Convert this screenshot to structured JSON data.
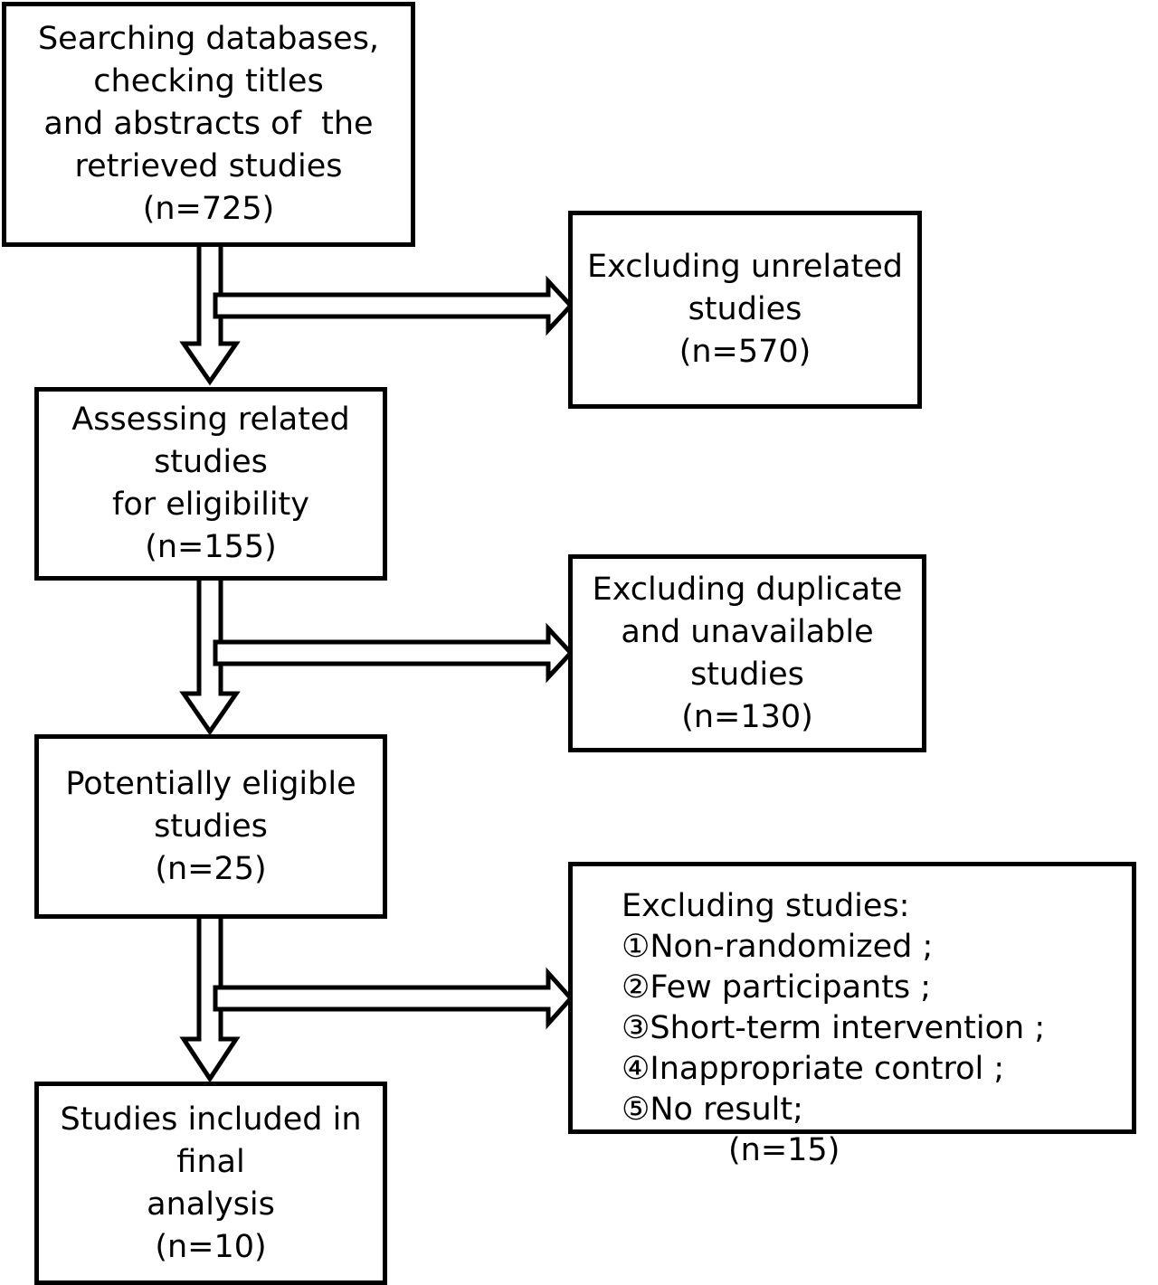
{
  "diagram": {
    "title": "Study selection flow diagram",
    "stroke_color": "#000000",
    "fill_color": "#ffffff",
    "boxes": [
      {
        "id": "searching-databases",
        "lines": [
          "Searching databases,",
          "checking titles",
          "and abstracts of  the",
          "retrieved studies",
          "(n=725)"
        ],
        "n_label": "(n=725)",
        "n_value": 725
      },
      {
        "id": "excluding-unrelated",
        "lines": [
          "Excluding unrelated",
          "studies",
          "(n=570)"
        ],
        "n_label": "(n=570)",
        "n_value": 570
      },
      {
        "id": "assessing-related",
        "lines": [
          "Assessing related",
          "studies",
          "for eligibility",
          "(n=155)"
        ],
        "n_label": "(n=155)",
        "n_value": 155
      },
      {
        "id": "excluding-duplicate",
        "lines": [
          "Excluding duplicate",
          "and unavailable",
          "studies",
          "(n=130)"
        ],
        "n_label": "(n=130)",
        "n_value": 130
      },
      {
        "id": "potentially-eligible",
        "lines": [
          "Potentially eligible",
          "studies",
          "(n=25)"
        ],
        "n_label": "(n=25)",
        "n_value": 25
      },
      {
        "id": "excluding-studies-reasons",
        "lines": [
          "Excluding studies:",
          "①Non-randomized ;",
          "②Few participants ;",
          "③Short-term intervention ;",
          "④Inappropriate control ;",
          "⑤No result;",
          "(n=15)"
        ],
        "n_label": "(n=15)",
        "n_value": 15
      },
      {
        "id": "studies-included-final",
        "lines": [
          "Studies included in",
          "final",
          "analysis",
          "(n=10)"
        ],
        "n_label": "(n=10)",
        "n_value": 10
      }
    ]
  },
  "box1": {
    "line1": "Searching databases,",
    "line2": "checking titles",
    "line3": "and abstracts of  the",
    "line4": "retrieved studies",
    "line5": "(n=725)"
  },
  "box2": {
    "line1": "Excluding unrelated",
    "line2": "studies",
    "line3": "(n=570)"
  },
  "box3": {
    "line1": "Assessing related",
    "line2": "studies",
    "line3": "for eligibility",
    "line4": "(n=155)"
  },
  "box4": {
    "line1": "Excluding duplicate",
    "line2": "and unavailable",
    "line3": "studies",
    "line4": "(n=130)"
  },
  "box5": {
    "line1": "Potentially eligible",
    "line2": "studies",
    "line3": "(n=25)"
  },
  "box6": {
    "line1": "Excluding studies:",
    "line2": "①Non-randomized ;",
    "line3": "②Few participants ;",
    "line4": "③Short-term intervention ;",
    "line5": "④Inappropriate control ;",
    "line6": "⑤No result;",
    "line7": "(n=15)"
  },
  "box7": {
    "line1": "Studies included in",
    "line2": "final",
    "line3": "analysis",
    "line4": "(n=10)"
  }
}
